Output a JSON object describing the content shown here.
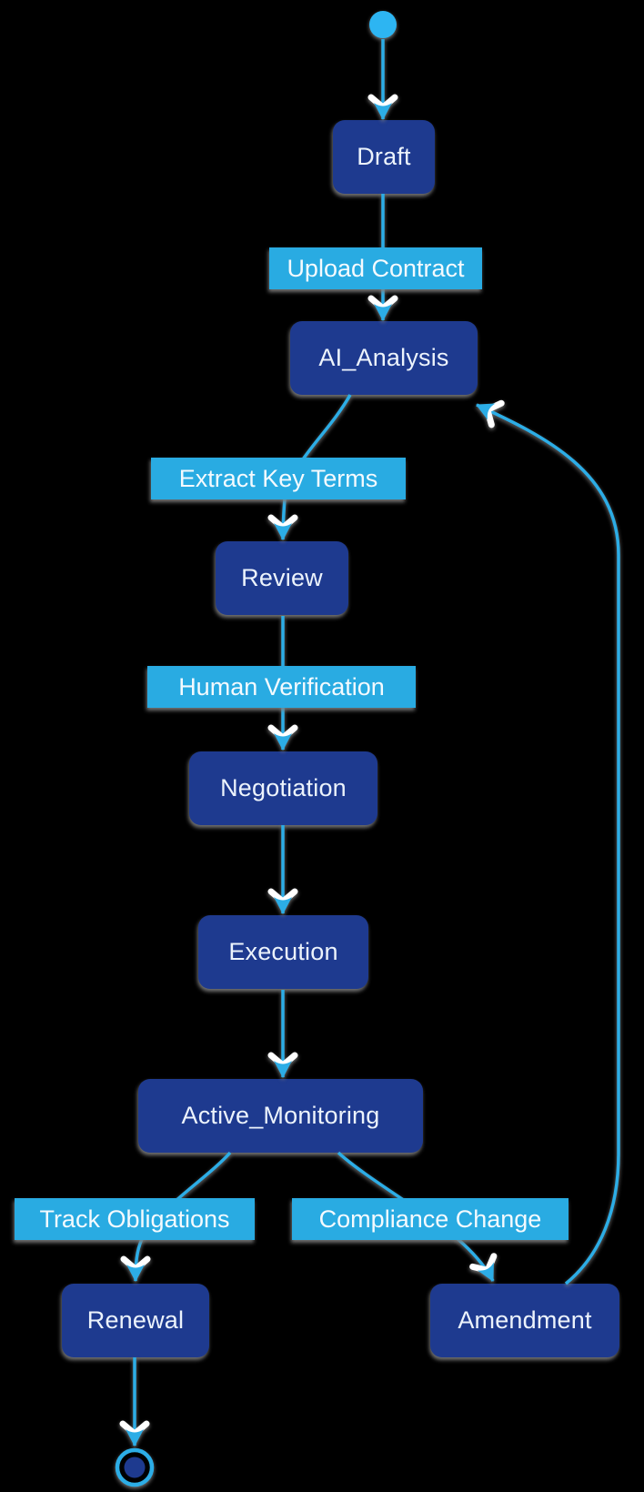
{
  "diagram": {
    "type": "state-machine-flowchart",
    "background": "#000000",
    "colors": {
      "state_fill": "#1e3a8f",
      "state_text": "#ecf3fc",
      "edge_label_bg": "#29abe2",
      "edge_label_text": "#f4fafe",
      "edge_stroke": "#2cade6",
      "arrowhead_chevron": "#ffffff",
      "start_marker_fill": "#2db5f2",
      "final_marker_ring": "#2cade6",
      "final_marker_fill": "#1e3a8f",
      "shadow": "#808080"
    },
    "nodes": {
      "draft": {
        "label": "Draft"
      },
      "ai_analysis": {
        "label": "AI_Analysis"
      },
      "review": {
        "label": "Review"
      },
      "negotiation": {
        "label": "Negotiation"
      },
      "execution": {
        "label": "Execution"
      },
      "active_monitoring": {
        "label": "Active_Monitoring"
      },
      "renewal": {
        "label": "Renewal"
      },
      "amendment": {
        "label": "Amendment"
      }
    },
    "edges": [
      {
        "from": "[start]",
        "to": "Draft",
        "label": ""
      },
      {
        "from": "Draft",
        "to": "AI_Analysis",
        "label": "Upload Contract"
      },
      {
        "from": "AI_Analysis",
        "to": "Review",
        "label": "Extract Key Terms"
      },
      {
        "from": "Review",
        "to": "Negotiation",
        "label": "Human Verification"
      },
      {
        "from": "Negotiation",
        "to": "Execution",
        "label": ""
      },
      {
        "from": "Execution",
        "to": "Active_Monitoring",
        "label": ""
      },
      {
        "from": "Active_Monitoring",
        "to": "Renewal",
        "label": "Track Obligations"
      },
      {
        "from": "Active_Monitoring",
        "to": "Amendment",
        "label": "Compliance Change"
      },
      {
        "from": "Amendment",
        "to": "AI_Analysis",
        "label": ""
      },
      {
        "from": "Renewal",
        "to": "[end]",
        "label": ""
      }
    ]
  }
}
